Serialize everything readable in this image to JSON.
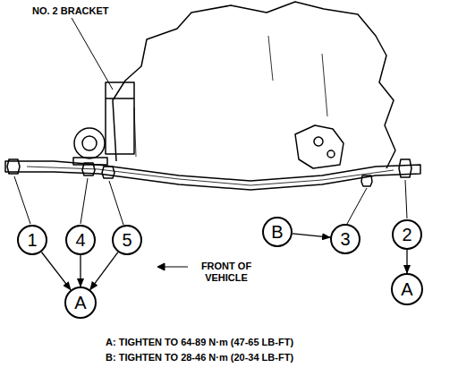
{
  "diagram": {
    "nodes": [
      {
        "text": [
          "1"
        ]
      },
      {
        "text": [
          "4"
        ]
      },
      {
        "text": [
          "5"
        ]
      },
      {
        "text": [
          "B"
        ]
      },
      {
        "text": [
          "3"
        ]
      },
      {
        "text": [
          "2"
        ]
      },
      {
        "text": [
          "A"
        ]
      },
      {
        "text": [
          "A"
        ]
      }
    ],
    "edges": [
      {
        "from": 0,
        "to": 6,
        "arrow": "to"
      },
      {
        "from": 1,
        "to": 6,
        "arrow": "to"
      },
      {
        "from": 2,
        "to": 6,
        "arrow": "to"
      },
      {
        "from": 3,
        "to": 4,
        "arrow": "to"
      },
      {
        "from": 5,
        "to": 7,
        "arrow": "to"
      }
    ],
    "labels": [
      "NO. 2 BRACKET",
      "FRONT OF VEHICLE",
      "A: TIGHTEN TO 64-89 N·m (47-65 LB-FT)",
      "B: TIGHTEN TO 28-46 N·m (20-34 LB-FT)"
    ]
  }
}
